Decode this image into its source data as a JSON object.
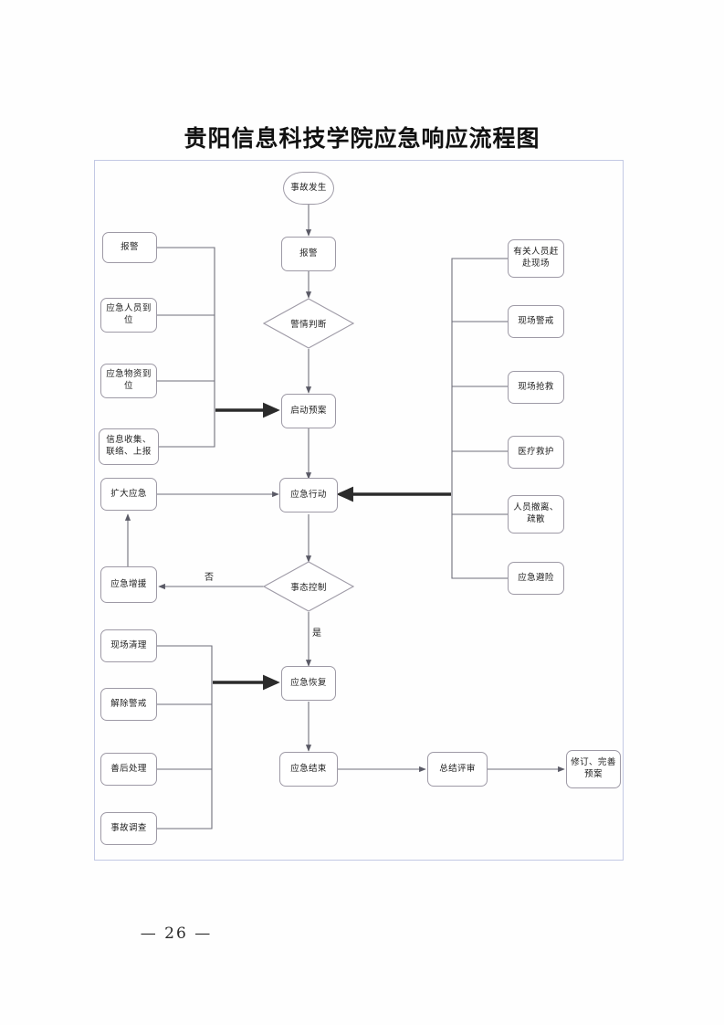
{
  "document": {
    "title": "贵阳信息科技学院应急响应流程图",
    "page_number": "— 26 —"
  },
  "chart_data": {
    "type": "diagram",
    "diagram_kind": "flowchart",
    "title": "贵阳信息科技学院应急响应流程图",
    "orientation": "top-to-bottom",
    "frame_color": "#c3c9e4",
    "node_border_color": "#9e9aa6",
    "nodes": [
      {
        "id": "n_incident",
        "label": "事故发生",
        "shape": "stadium",
        "column": "center"
      },
      {
        "id": "n_alarm_center",
        "label": "报警",
        "shape": "box",
        "column": "center"
      },
      {
        "id": "n_judge",
        "label": "警情判断",
        "shape": "diamond",
        "column": "center"
      },
      {
        "id": "n_activate",
        "label": "启动预案",
        "shape": "box",
        "column": "center"
      },
      {
        "id": "n_action",
        "label": "应急行动",
        "shape": "box",
        "column": "center"
      },
      {
        "id": "n_controlled",
        "label": "事态控制",
        "shape": "diamond",
        "column": "center"
      },
      {
        "id": "n_recovery",
        "label": "应急恢复",
        "shape": "box",
        "column": "center"
      },
      {
        "id": "n_end",
        "label": "应急结束",
        "shape": "box",
        "column": "center"
      },
      {
        "id": "n_review",
        "label": "总结评审",
        "shape": "box",
        "column": "bottom-row"
      },
      {
        "id": "n_revise",
        "label": "修订、完善\n预案",
        "shape": "box",
        "column": "bottom-row"
      },
      {
        "id": "n_alarm_left",
        "label": "报警",
        "shape": "box",
        "column": "left"
      },
      {
        "id": "n_staff_ready",
        "label": "应急人员到\n位",
        "shape": "box",
        "column": "left"
      },
      {
        "id": "n_supply_ready",
        "label": "应急物资到\n位",
        "shape": "box",
        "column": "left"
      },
      {
        "id": "n_info",
        "label": "信息收集、\n联络、上报",
        "shape": "box",
        "column": "left"
      },
      {
        "id": "n_expand",
        "label": "扩大应急",
        "shape": "box",
        "column": "left"
      },
      {
        "id": "n_reinforce",
        "label": "应急增援",
        "shape": "box",
        "column": "left"
      },
      {
        "id": "n_site_clear",
        "label": "现场清理",
        "shape": "box",
        "column": "left"
      },
      {
        "id": "n_lift_guard",
        "label": "解除警戒",
        "shape": "box",
        "column": "left"
      },
      {
        "id": "n_aftermath",
        "label": "善后处理",
        "shape": "box",
        "column": "left"
      },
      {
        "id": "n_investigate",
        "label": "事故调查",
        "shape": "box",
        "column": "left"
      },
      {
        "id": "n_personnel_go",
        "label": "有关人员赶\n赴现场",
        "shape": "box",
        "column": "right"
      },
      {
        "id": "n_site_guard",
        "label": "现场警戒",
        "shape": "box",
        "column": "right"
      },
      {
        "id": "n_site_rescue",
        "label": "现场抢救",
        "shape": "box",
        "column": "right"
      },
      {
        "id": "n_medical",
        "label": "医疗救护",
        "shape": "box",
        "column": "right"
      },
      {
        "id": "n_evacuate",
        "label": "人员撤离、\n疏散",
        "shape": "box",
        "column": "right"
      },
      {
        "id": "n_shelter",
        "label": "应急避险",
        "shape": "box",
        "column": "right"
      }
    ],
    "edges": [
      {
        "from": "n_incident",
        "to": "n_alarm_center",
        "label": ""
      },
      {
        "from": "n_alarm_center",
        "to": "n_judge",
        "label": ""
      },
      {
        "from": "n_judge",
        "to": "n_activate",
        "label": ""
      },
      {
        "from": "n_activate",
        "to": "n_action",
        "label": ""
      },
      {
        "from": "n_action",
        "to": "n_controlled",
        "label": ""
      },
      {
        "from": "n_controlled",
        "to": "n_recovery",
        "label": "是"
      },
      {
        "from": "n_controlled",
        "to": "n_reinforce",
        "label": "否"
      },
      {
        "from": "n_reinforce",
        "to": "n_expand",
        "label": ""
      },
      {
        "from": "n_expand",
        "to": "n_action",
        "label": ""
      },
      {
        "from": "n_recovery",
        "to": "n_end",
        "label": ""
      },
      {
        "from": "n_end",
        "to": "n_review",
        "label": ""
      },
      {
        "from": "n_review",
        "to": "n_revise",
        "label": ""
      },
      {
        "from": "left-bus-top",
        "to": "n_activate",
        "label": ""
      },
      {
        "from": "left-bus-bottom",
        "to": "n_recovery",
        "label": ""
      },
      {
        "from": "right-bus",
        "to": "n_action",
        "label": ""
      }
    ],
    "edge_labels": [
      {
        "text": "否",
        "near": "n_controlled"
      },
      {
        "text": "是",
        "near": "n_controlled"
      }
    ]
  }
}
